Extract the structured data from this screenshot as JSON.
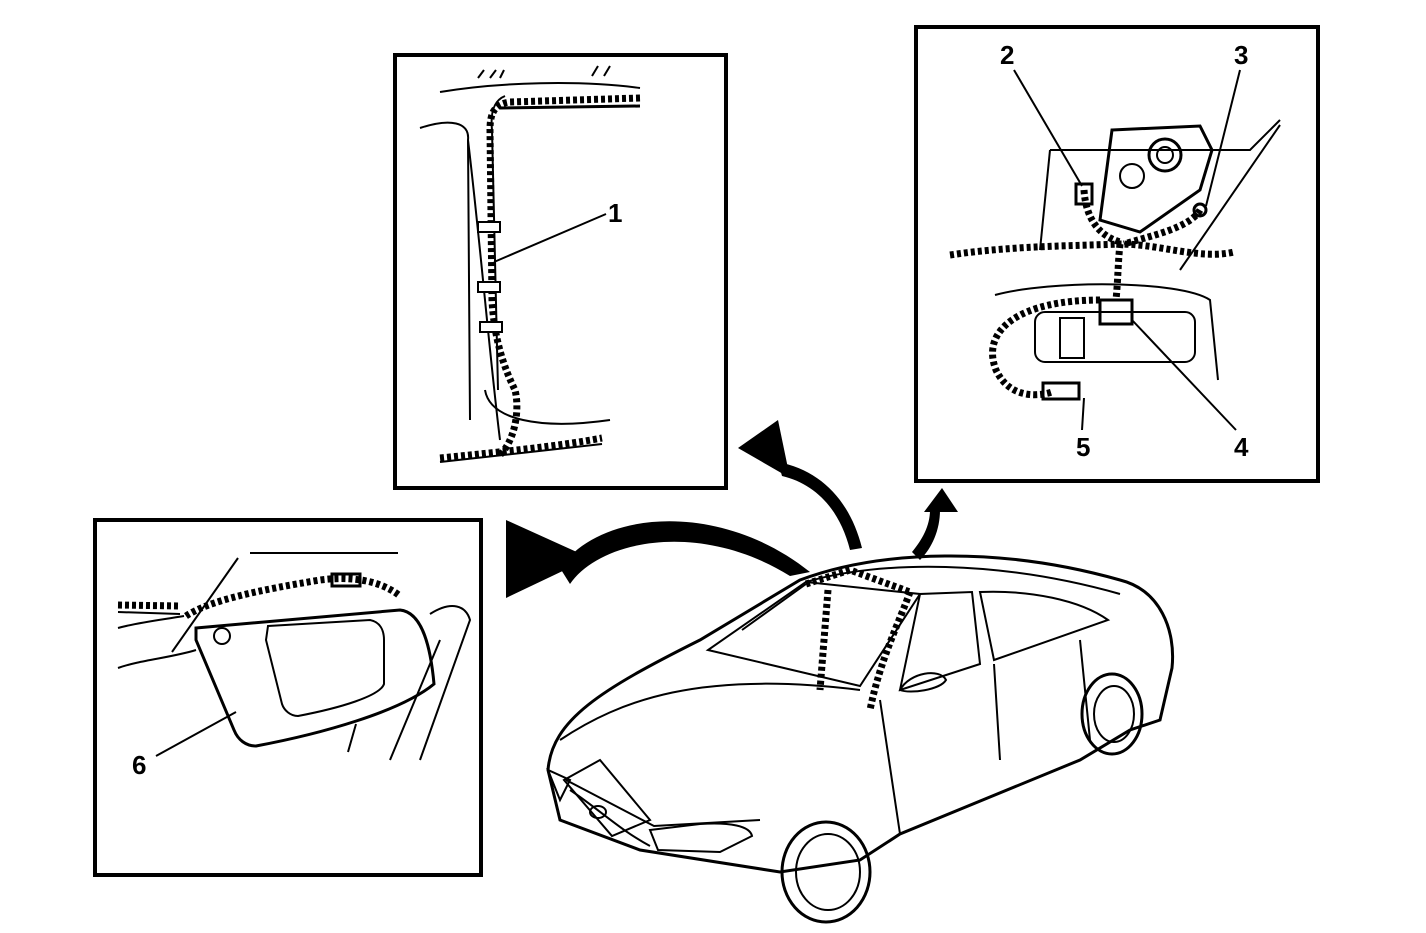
{
  "callouts": [
    {
      "id": 1,
      "label": "1"
    },
    {
      "id": 2,
      "label": "2"
    },
    {
      "id": 3,
      "label": "3"
    },
    {
      "id": 4,
      "label": "4"
    },
    {
      "id": 5,
      "label": "5"
    },
    {
      "id": 6,
      "label": "6"
    }
  ],
  "colors": {
    "line": "#000000",
    "background": "#ffffff"
  }
}
